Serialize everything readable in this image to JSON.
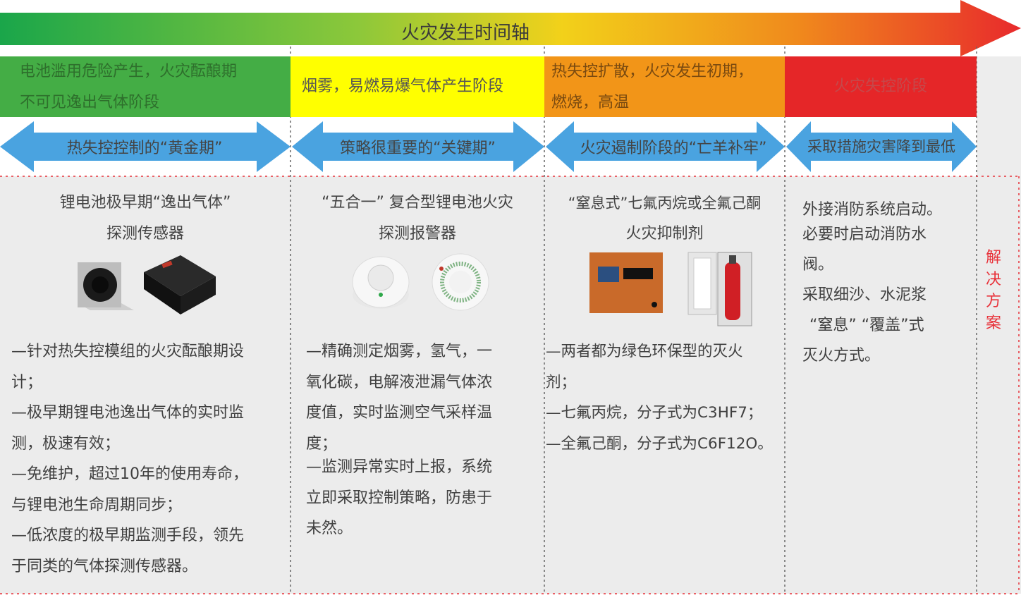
{
  "timeline": {
    "title": "火灾发生时间轴"
  },
  "colors": {
    "green": "#44ad45",
    "yellow": "#ffff00",
    "orange": "#f29518",
    "red": "#e52628",
    "arrow": "#4aa3e0",
    "solution": "#e8323a"
  },
  "stages": [
    {
      "line1": "电池滥用危险产生，火灾酝酿期",
      "line2": "不可见逸出气体阶段"
    },
    {
      "line1": "烟雾，易燃易爆气体产生阶段"
    },
    {
      "line1": "热失控扩散，火灾发生初期，",
      "line2": "燃烧，高温"
    },
    {
      "line1": "火灾失控阶段"
    }
  ],
  "periods": [
    {
      "label": "热失控控制的“黄金期”"
    },
    {
      "label": "策略很重要的“关键期”"
    },
    {
      "label": "火灾遏制阶段的“亡羊补牢”"
    },
    {
      "label": "采取措施灾害降到最低"
    }
  ],
  "columns": [
    {
      "title1": "锂电池极早期“逸出气体”",
      "title2": "探测传感器",
      "lines": [
        "—针对热失控模组的火灾酝酿期设",
        "计；",
        "—极早期锂电池逸出气体的实时监",
        "测，极速有效；",
        "—免维护，超过10年的使用寿命，",
        "与锂电池生命周期同步；",
        "—低浓度的极早期监测手段，领先",
        "于同类的气体探测传感器。"
      ]
    },
    {
      "title1": "“五合一” 复合型锂电池火灾",
      "title2": "探测报警器",
      "lines": [
        "—精确测定烟雾，氢气，一",
        "氧化碳，电解液泄漏气体浓",
        "度值，实时监测空气采样温",
        "度；",
        "—监测异常实时上报，系统",
        "立即采取控制策略，防患于",
        "未然。"
      ]
    },
    {
      "title1": "“窒息式”七氟丙烷或全氟己酮",
      "title2": "火灾抑制剂",
      "lines": [
        "—两者都为绿色环保型的灭火",
        "剂；",
        "—七氟丙烷，分子式为C3HF7；",
        "—全氟己酮，分子式为C6F12O。"
      ]
    },
    {
      "lines": [
        "外接消防系统启动。",
        "必要时启动消防水",
        "阀。",
        "采取细沙、水泥浆",
        "“窒息” “覆盖”式",
        "灭火方式。"
      ]
    }
  ],
  "solution_label": [
    "解",
    "决",
    "方",
    "案"
  ]
}
